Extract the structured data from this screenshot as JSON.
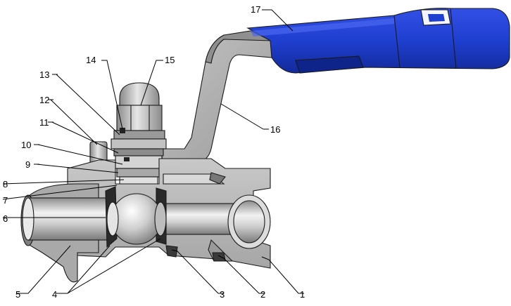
{
  "callouts": [
    {
      "id": "c1",
      "text": "1"
    },
    {
      "id": "c2",
      "text": "2"
    },
    {
      "id": "c3",
      "text": "3"
    },
    {
      "id": "c4",
      "text": "4"
    },
    {
      "id": "c5",
      "text": "5"
    },
    {
      "id": "c6",
      "text": "6"
    },
    {
      "id": "c7",
      "text": "7"
    },
    {
      "id": "c8",
      "text": "8"
    },
    {
      "id": "c9",
      "text": "9"
    },
    {
      "id": "c10",
      "text": "10"
    },
    {
      "id": "c11",
      "text": "11"
    },
    {
      "id": "c12",
      "text": "12"
    },
    {
      "id": "c13",
      "text": "13"
    },
    {
      "id": "c14",
      "text": "14"
    },
    {
      "id": "c15",
      "text": "15"
    },
    {
      "id": "c16",
      "text": "16"
    },
    {
      "id": "c17",
      "text": "17"
    }
  ],
  "colors": {
    "handle_grip": "#1f3fd0",
    "metal": "#b8b8b8",
    "outline": "#1a1a1a"
  }
}
